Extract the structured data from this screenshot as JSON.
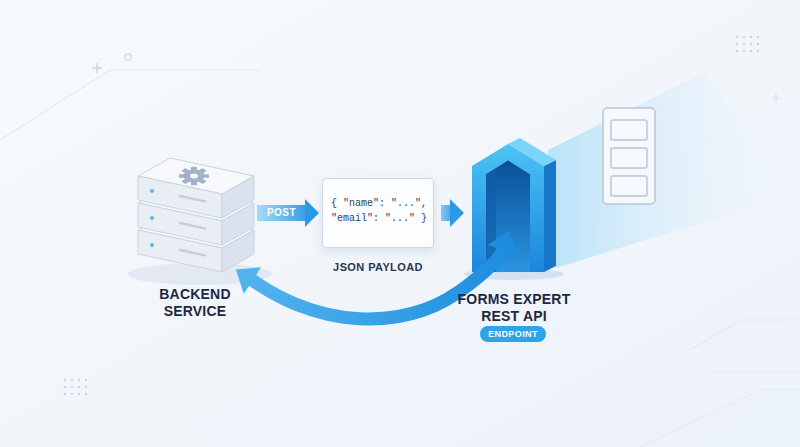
{
  "diagram": {
    "nodes": [
      {
        "text": [
          "BACKEND SERVICE"
        ]
      },
      {
        "text": [
          "{ \"name\": \"...\", \"email\": \"...\" }",
          "JSON PAYLOAD"
        ]
      },
      {
        "text": [
          "FORMS EXPERT REST API"
        ]
      },
      {
        "text": [
          "ENDPOINT"
        ],
        "in": 2
      }
    ],
    "edges": [
      {
        "from": 0,
        "to": 1,
        "label": "POST",
        "arrow": "to"
      },
      {
        "from": 1,
        "to": 2,
        "arrow": "to"
      },
      {
        "from": 2,
        "to": 0,
        "arrow": "both"
      }
    ]
  }
}
